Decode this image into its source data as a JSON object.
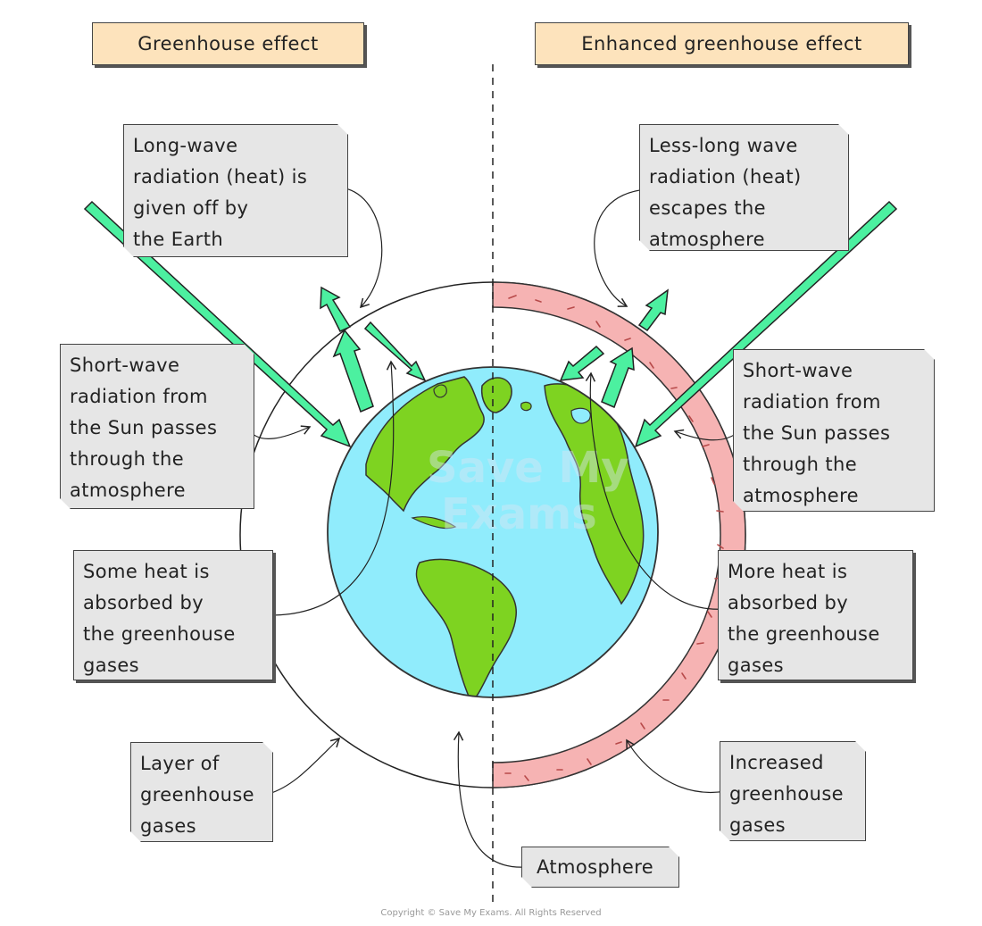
{
  "titles": {
    "left": "Greenhouse effect",
    "right": "Enhanced greenhouse effect"
  },
  "labels": {
    "long_wave_left": [
      "Long-wave",
      "radiation (heat) is",
      "given off by",
      "the Earth"
    ],
    "long_wave_right": [
      "Less-long wave",
      "radiation (heat)",
      "escapes the",
      "atmosphere"
    ],
    "short_wave_left": [
      "Short-wave",
      "radiation from",
      "the Sun passes",
      "through the",
      "atmosphere"
    ],
    "short_wave_right": [
      "Short-wave",
      "radiation from",
      "the Sun passes",
      "through the",
      "atmosphere"
    ],
    "absorbed_left": [
      "Some heat is",
      "absorbed by",
      "the greenhouse",
      "gases"
    ],
    "absorbed_right": [
      "More heat is",
      "absorbed by",
      "the greenhouse",
      "gases"
    ],
    "layer_left": [
      "Layer of",
      "greenhouse",
      "gases"
    ],
    "layer_right": [
      "Increased",
      "greenhouse",
      "gases"
    ],
    "atmosphere": "Atmosphere"
  },
  "watermark": [
    "Save My",
    "Exams"
  ],
  "copyright": "Copyright © Save My Exams. All Rights Reserved",
  "colors": {
    "title_fill": "#fde3bc",
    "note_fill": "#e6e6e6",
    "arrow_fill": "#4cf0a0",
    "ocean": "#90ecfc",
    "land": "#7ed321",
    "enhanced_layer": "#f6b3b3"
  }
}
